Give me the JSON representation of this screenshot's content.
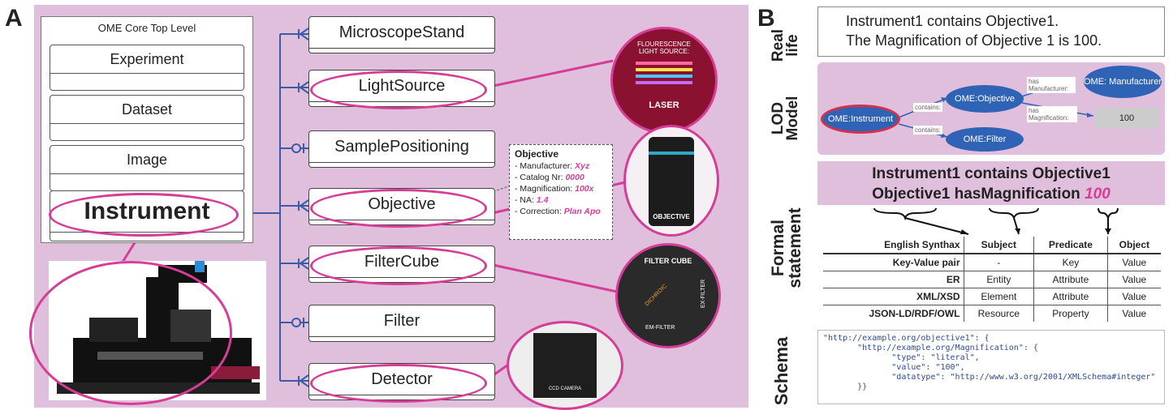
{
  "panel_a": {
    "letter": "A",
    "core_title": "OME Core Top Level",
    "core_boxes": [
      "Experiment",
      "Dataset",
      "Image",
      "Instrument"
    ],
    "entities": [
      "MicroscopeStand",
      "LightSource",
      "SamplePositioning",
      "Objective",
      "FilterCube",
      "Filter",
      "Detector"
    ],
    "objective_note": {
      "title": "Objective",
      "lines": [
        {
          "key": "- Manufacturer: ",
          "value": "Xyz"
        },
        {
          "key": "- Catalog Nr: ",
          "value": "0000"
        },
        {
          "key": "- Magnification: ",
          "value": "100x"
        },
        {
          "key": "- NA: ",
          "value": "1.4"
        },
        {
          "key": "- Correction: ",
          "value": "Plan Apo"
        }
      ]
    },
    "photo_labels": {
      "light_source_title": "FLOURESCENCE LIGHT SOURCE:",
      "laser": "LASER",
      "objective": "OBJECTIVE",
      "filter_cube": "FILTER CUBE",
      "dichroic": "DICHROIC",
      "ex_filter": "EX-FILTER",
      "em_filter": "EM-FILTER",
      "camera": "CCD CAMERA"
    }
  },
  "panel_b": {
    "letter": "B",
    "real_life": {
      "label_1": "Real",
      "label_2": "life",
      "line1": "Instrument1 contains Objective1.",
      "line2": "The Magnification of Objective 1 is 100."
    },
    "lod": {
      "label_1": "LOD",
      "label_2": "Model",
      "nodes": {
        "instrument": "OME:Instrument",
        "objective": "OME:Objective",
        "filter": "OME:Filter",
        "manufacturer": "OME: Manufacturer",
        "value": "100"
      },
      "edges": {
        "contains1": "contains:",
        "contains2": "contains:",
        "has_manufacturer": "has Manufacturer:",
        "has_magnification": "has Magnification:"
      }
    },
    "formal": {
      "label_1": "Formal",
      "label_2": "statement",
      "line1": "Instrument1 contains Objective1",
      "line2_prefix": "Objective1 hasMagnification ",
      "line2_value": "100",
      "headers": [
        "English Synthax",
        "Subject",
        "Predicate",
        "Object"
      ],
      "rows": [
        [
          "Key-Value pair",
          "-",
          "Key",
          "Value"
        ],
        [
          "ER",
          "Entity",
          "Attribute",
          "Value"
        ],
        [
          "XML/XSD",
          "Element",
          "Attribute",
          "Value"
        ],
        [
          "JSON-LD/RDF/OWL",
          "Resource",
          "Property",
          "Value"
        ]
      ]
    },
    "schema": {
      "label": "Schema",
      "code": [
        "\"http://example.org/objective1\": {",
        "       \"http://example.org/Magnification\": {",
        "              \"type\": \"literal\",",
        "              \"value\": \"100\",",
        "              \"datatype\": \"http://www.w3.org/2001/XMLSchema#integer\"",
        "       }}"
      ]
    }
  },
  "colors": {
    "panel_bg": "#dfbfdc",
    "highlight": "#d63d96",
    "node_blue": "#2f63b5",
    "line_blue": "#3b5aa8"
  }
}
